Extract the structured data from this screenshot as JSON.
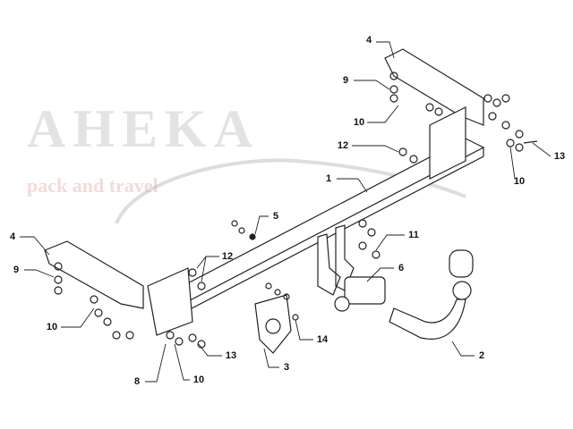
{
  "watermark": {
    "brand": "AHEKA",
    "tagline": "pack and travel"
  },
  "callouts": [
    {
      "id": "4a",
      "text": "4"
    },
    {
      "id": "9a",
      "text": "9"
    },
    {
      "id": "10a",
      "text": "10"
    },
    {
      "id": "12a",
      "text": "12"
    },
    {
      "id": "1",
      "text": "1"
    },
    {
      "id": "13a",
      "text": "13"
    },
    {
      "id": "10b",
      "text": "10"
    },
    {
      "id": "5",
      "text": "5"
    },
    {
      "id": "11",
      "text": "11"
    },
    {
      "id": "4b",
      "text": "4"
    },
    {
      "id": "12b",
      "text": "12"
    },
    {
      "id": "9b",
      "text": "9"
    },
    {
      "id": "6",
      "text": "6"
    },
    {
      "id": "10c",
      "text": "10"
    },
    {
      "id": "14",
      "text": "14"
    },
    {
      "id": "13b",
      "text": "13"
    },
    {
      "id": "2",
      "text": "2"
    },
    {
      "id": "3",
      "text": "3"
    },
    {
      "id": "8",
      "text": "8"
    },
    {
      "id": "10d",
      "text": "10"
    }
  ]
}
